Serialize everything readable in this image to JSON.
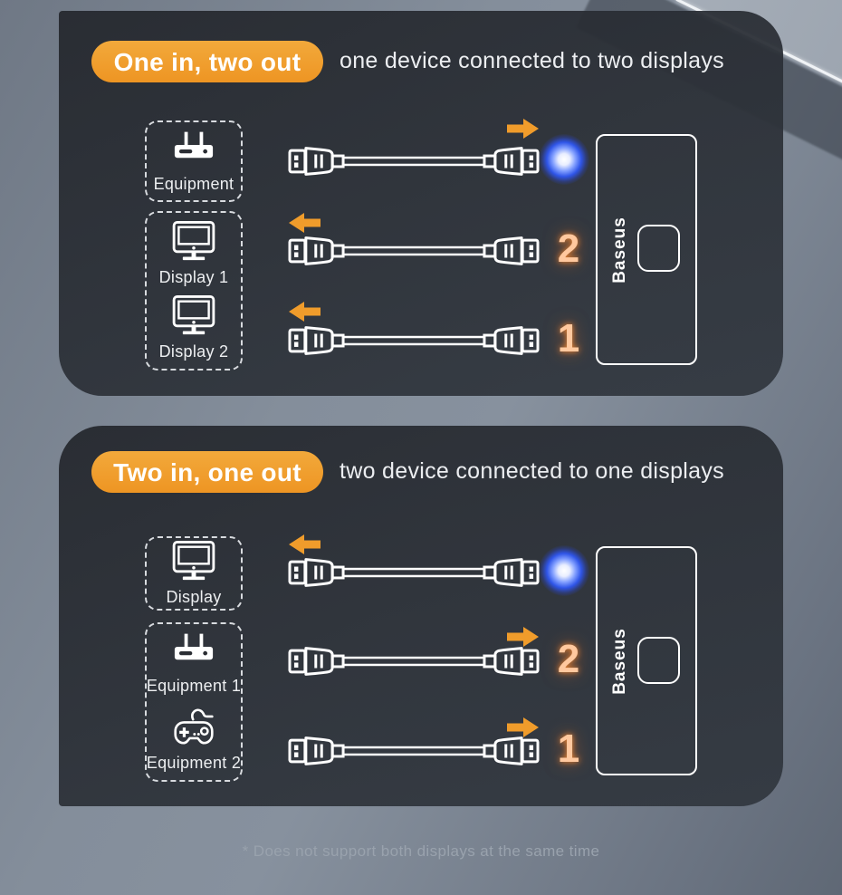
{
  "colors": {
    "accent_orange": "#F09C2B",
    "led_blue": "#2F55E8",
    "port_number_glow": "#FFC89E",
    "panel_bg": "#282B31",
    "background_gray": "#87919E"
  },
  "footnote": "* Does not support both displays at the same time",
  "sections": [
    {
      "badge": "One in, two out",
      "subtitle": "one device connected to two displays",
      "device_brand": "Baseus",
      "groups": [
        {
          "items": [
            {
              "icon": "router-icon",
              "label": "Equipment"
            }
          ]
        },
        {
          "items": [
            {
              "icon": "monitor-icon",
              "label": "Display 1"
            },
            {
              "icon": "monitor-icon",
              "label": "Display 2"
            }
          ]
        }
      ],
      "rows": [
        {
          "cable": "hdmi-cable",
          "arrow": "right",
          "indicator": "blue-led"
        },
        {
          "cable": "hdmi-cable",
          "arrow": "left",
          "port": "2"
        },
        {
          "cable": "hdmi-cable",
          "arrow": "left",
          "port": "1"
        }
      ]
    },
    {
      "badge": "Two in, one out",
      "subtitle": "two device connected to one displays",
      "device_brand": "Baseus",
      "groups": [
        {
          "items": [
            {
              "icon": "monitor-icon",
              "label": "Display"
            }
          ]
        },
        {
          "items": [
            {
              "icon": "router-icon",
              "label": "Equipment 1"
            },
            {
              "icon": "gamepad-icon",
              "label": "Equipment 2"
            }
          ]
        }
      ],
      "rows": [
        {
          "cable": "hdmi-cable",
          "arrow": "left",
          "indicator": "blue-led"
        },
        {
          "cable": "hdmi-cable",
          "arrow": "right",
          "port": "2"
        },
        {
          "cable": "hdmi-cable",
          "arrow": "right",
          "port": "1"
        }
      ]
    }
  ]
}
